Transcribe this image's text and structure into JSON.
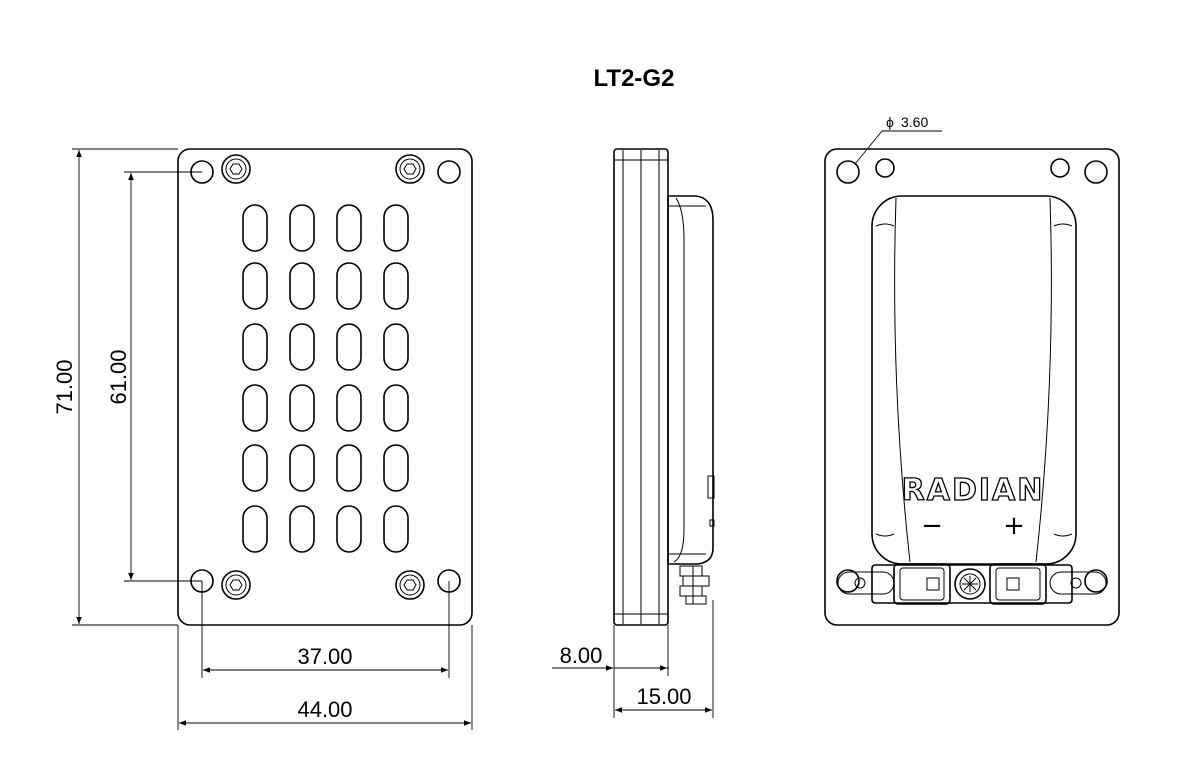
{
  "title": "LT2-G2",
  "dimensions": {
    "overall_height": "71.00",
    "hole_spacing_vertical": "61.00",
    "hole_spacing_horizontal": "37.00",
    "overall_width": "44.00",
    "plate_thickness": "8.00",
    "overall_depth": "15.00",
    "hole_diameter_symbol": "ϕ",
    "hole_diameter": "3.60"
  },
  "back_view": {
    "brand": "RADIAN",
    "negative_terminal": "−",
    "positive_terminal": "+"
  }
}
